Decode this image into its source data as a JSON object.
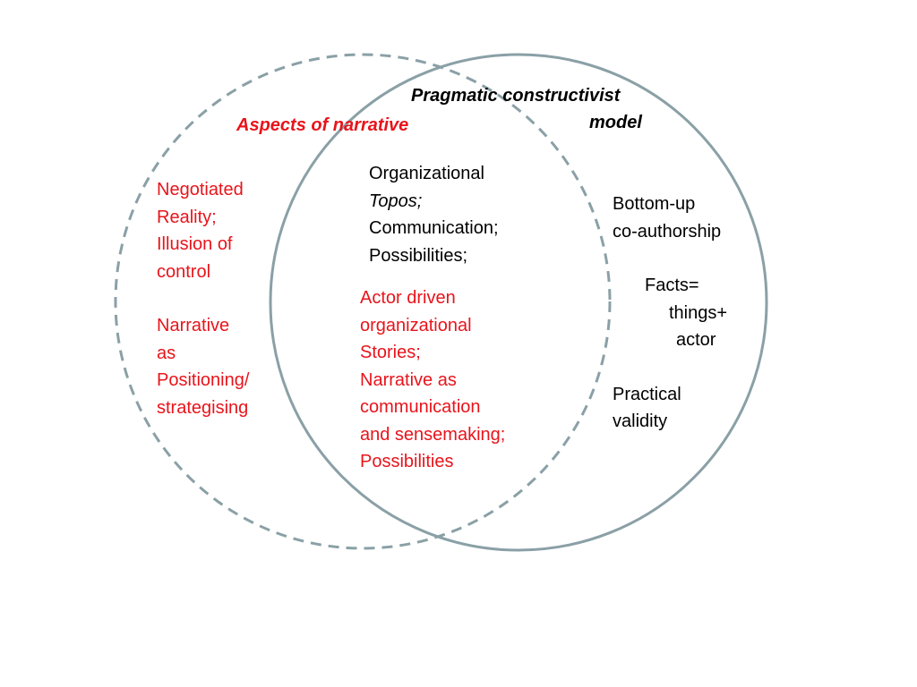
{
  "colors": {
    "red_text": "#e8141b",
    "black_text": "#000000",
    "circle_stroke": "#8aa0a6"
  },
  "titles": {
    "aspects": "Aspects of  narrative",
    "pragmatic_line1": "Pragmatic constructivist",
    "pragmatic_line2": "model"
  },
  "left_region": {
    "group1": [
      "Negotiated",
      "Reality;",
      "Illusion of",
      "control"
    ],
    "group2": [
      "Narrative",
      "as",
      "Positioning/",
      "strategising"
    ]
  },
  "overlap_region": {
    "top": {
      "line1": "Organizational",
      "line2": "Topos;",
      "line3": "Communication;",
      "line4": "Possibilities;"
    },
    "bottom": [
      "Actor driven",
      "organizational",
      "Stories;",
      "Narrative as",
      "communication",
      "and sensemaking;",
      "Possibilities"
    ]
  },
  "right_region": {
    "group1": [
      "Bottom-up",
      "co-authorship"
    ],
    "group2": [
      "Facts=",
      "things+",
      "actor"
    ],
    "group3": [
      "Practical",
      "validity"
    ]
  }
}
